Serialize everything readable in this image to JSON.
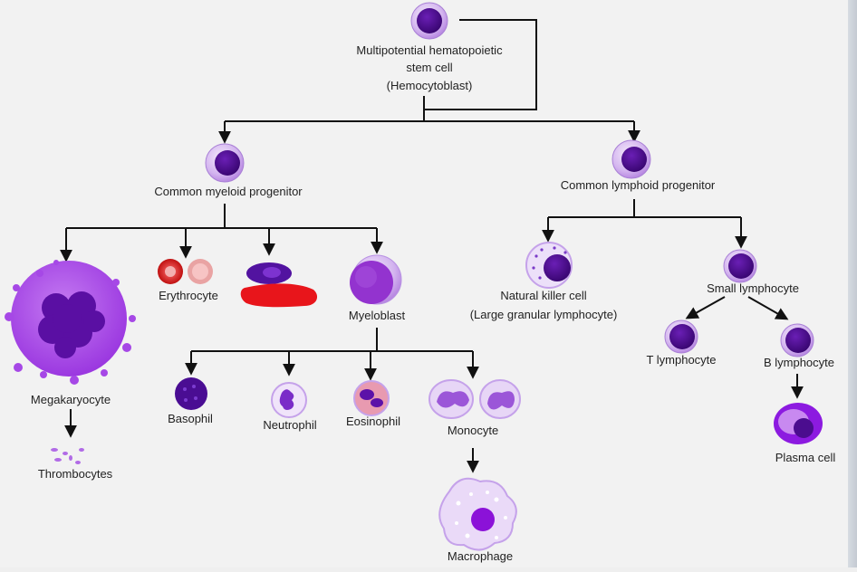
{
  "diagram": {
    "nodes": {
      "stem_cell": [
        "Multipotential hematopoietic",
        "stem cell",
        "(Hemocytoblast)"
      ],
      "common_myeloid": "Common myeloid progenitor",
      "common_lymphoid": "Common lymphoid progenitor",
      "megakaryocyte": "Megakaryocyte",
      "thrombocytes": "Thrombocytes",
      "erythrocyte": "Erythrocyte",
      "myeloblast": "Myeloblast",
      "basophil": "Basophil",
      "neutrophil": "Neutrophil",
      "eosinophil": "Eosinophil",
      "monocyte": "Monocyte",
      "macrophage": "Macrophage",
      "natural_killer": [
        "Natural killer cell",
        "(Large granular lymphocyte)"
      ],
      "small_lymphocyte": "Small lymphocyte",
      "t_lymphocyte": "T lymphocyte",
      "b_lymphocyte": "B lymphocyte",
      "plasma_cell": "Plasma cell"
    },
    "colors": {
      "membrane": "#c9a3ea",
      "nucleus": "#4b0d8f",
      "nucleus_bright": "#8a14d8",
      "line": "#111111",
      "erythrocyte": "#d81818",
      "redaction": "#e8151b"
    }
  }
}
